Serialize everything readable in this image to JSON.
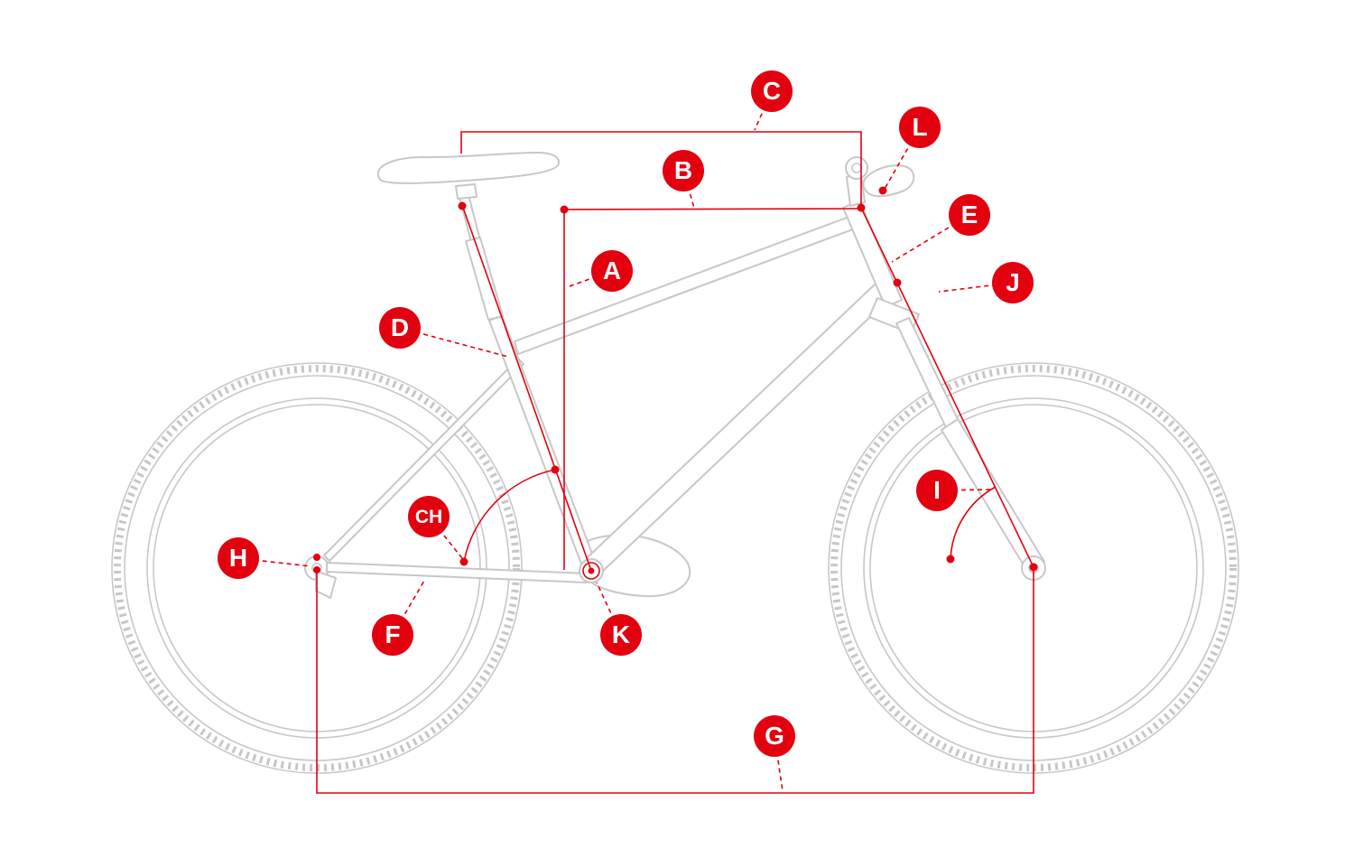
{
  "diagram": {
    "colors": {
      "accent": "#e3000f",
      "outline": "#c7c7c7",
      "background": "#ffffff"
    },
    "labels": {
      "a": "A",
      "b": "B",
      "c": "C",
      "ch": "CH",
      "d": "D",
      "e": "E",
      "f": "F",
      "g": "G",
      "h": "H",
      "i": "I",
      "j": "J",
      "k": "K",
      "l": "L"
    }
  }
}
